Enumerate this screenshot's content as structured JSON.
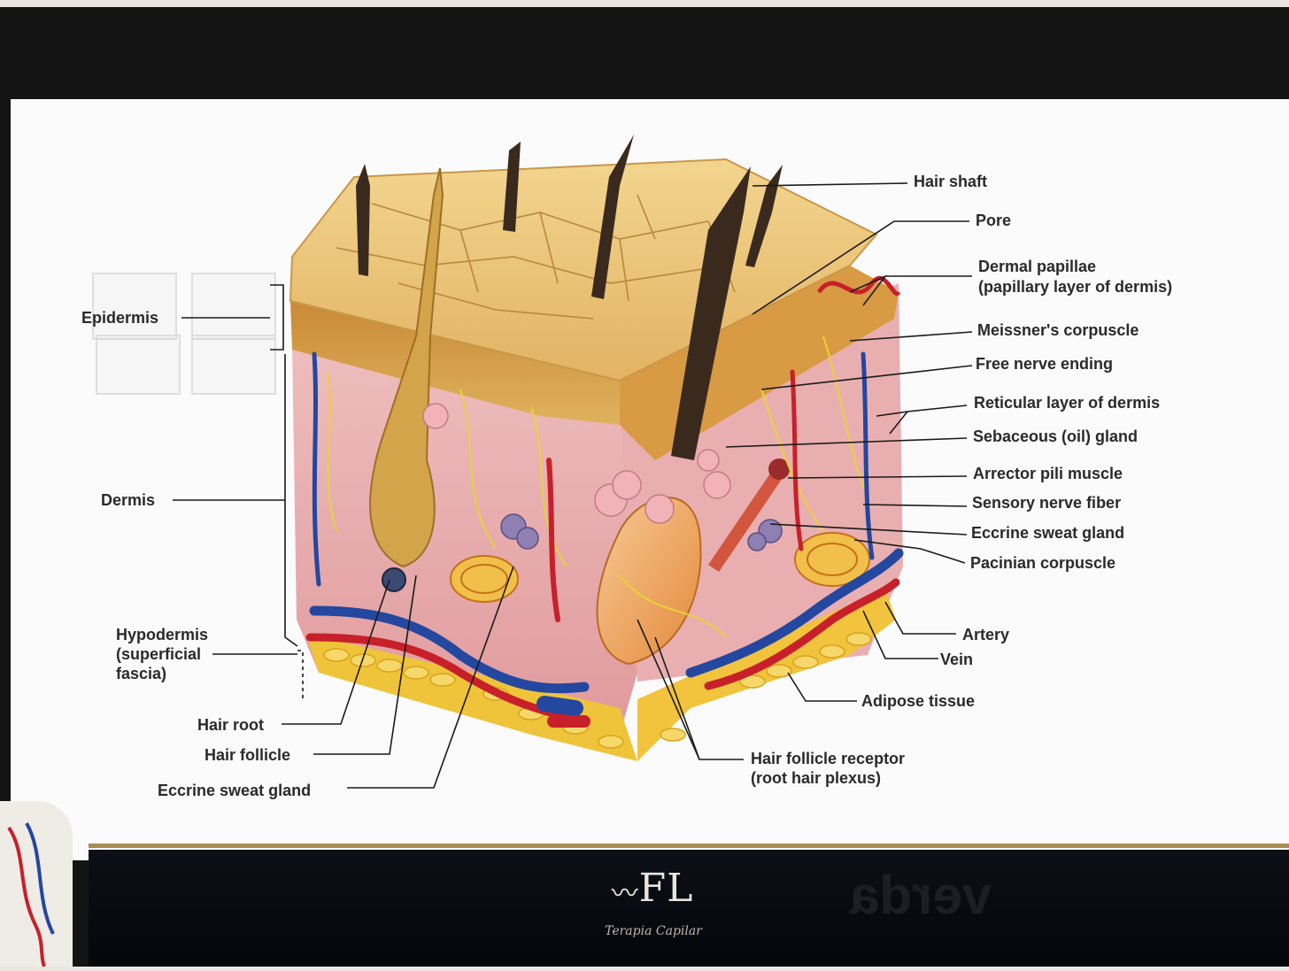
{
  "labels": {
    "hair_shaft": "Hair shaft",
    "pore": "Pore",
    "dermal_papillae_1": "Dermal papillae",
    "dermal_papillae_2": "(papillary layer of dermis)",
    "meissners": "Meissner's corpuscle",
    "free_nerve": "Free nerve ending",
    "reticular": "Reticular layer of dermis",
    "sebaceous": "Sebaceous (oil) gland",
    "arrector": "Arrector pili muscle",
    "sensory": "Sensory nerve fiber",
    "eccrine_right": "Eccrine sweat gland",
    "pacinian": "Pacinian corpuscle",
    "artery": "Artery",
    "vein": "Vein",
    "adipose": "Adipose tissue",
    "follicle_receptor_1": "Hair follicle receptor",
    "follicle_receptor_2": "(root hair plexus)",
    "epidermis": "Epidermis",
    "dermis": "Dermis",
    "hypodermis_1": "Hypodermis",
    "hypodermis_2": "(superficial",
    "hypodermis_3": "fascia)",
    "hair_root": "Hair root",
    "hair_follicle": "Hair follicle",
    "eccrine_left": "Eccrine sweat gland"
  },
  "footer": {
    "logo": "FL",
    "tagline": "Terapia Capilar",
    "reflection": "ɐpɹǝʌ"
  },
  "colors": {
    "epidermis": "#d7a84e",
    "dermis": "#e6a7a8",
    "adipose": "#f0c43a",
    "artery": "#c8202a",
    "vein": "#2447a0",
    "nerve": "#e8d23a",
    "hair": "#3a2a1e",
    "accent_gold": "#a88a52"
  }
}
